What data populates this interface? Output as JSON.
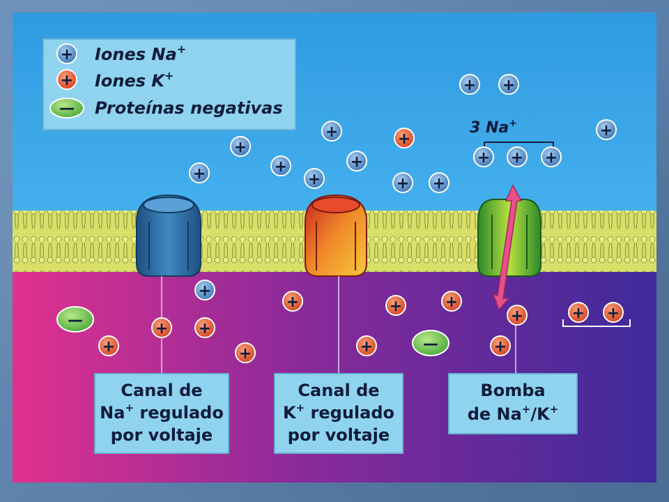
{
  "legend": {
    "na_label": "Iones Na",
    "na_sup": "+",
    "k_label": "Iones K",
    "k_sup": "+",
    "protein_label": "Proteínas negativas"
  },
  "pump_annotation": {
    "count_label": "3 Na",
    "sup": "+"
  },
  "na_channel_box": {
    "line1": "Canal de",
    "line2_prefix": "Na",
    "line2_sup": "+",
    "line2_suffix": " regulado",
    "line3": "por voltaje"
  },
  "k_channel_box": {
    "line1": "Canal de",
    "line2_prefix": "K",
    "line2_sup": "+",
    "line2_suffix": " regulado",
    "line3": "por voltaje"
  },
  "pump_box": {
    "line1": "Bomba",
    "line2_prefix": "de Na",
    "line2_sup1": "+",
    "line2_mid": "/K",
    "line2_sup2": "+"
  },
  "symbols": {
    "plus": "+",
    "minus": "—"
  },
  "colors": {
    "extracellular": "#3aa6e8",
    "intracellular_left": "#d42b8e",
    "intracellular_right": "#4a2a9c",
    "membrane": "#d8e06a",
    "na_ion": "#4a86c8",
    "k_ion": "#e8532a",
    "protein": "#6cc24a",
    "label_box": "#8fd3ef",
    "na_channel": "#2a6aa0",
    "k_channel": "#d83a2a",
    "pump": "#3aa63a",
    "arrow": "#e8508a"
  }
}
